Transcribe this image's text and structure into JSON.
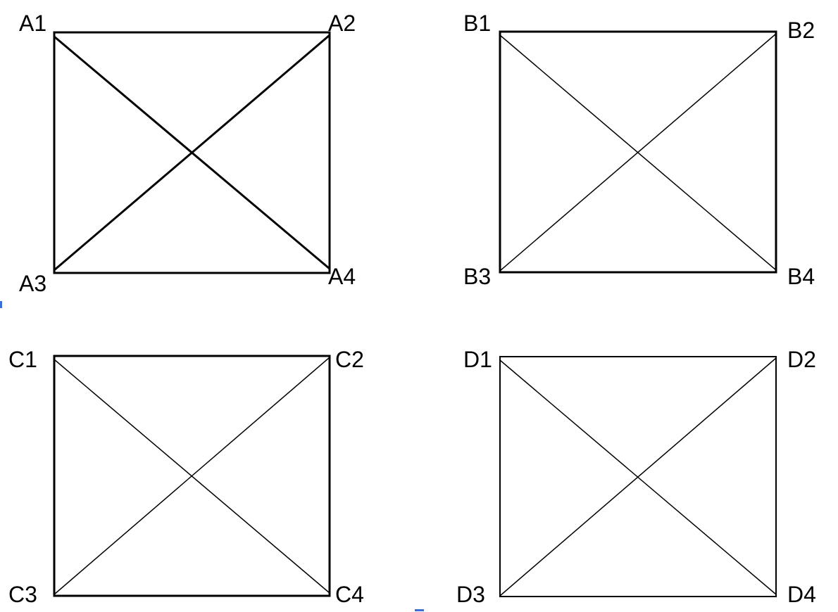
{
  "colors": {
    "stroke": "#000000",
    "background": "#ffffff",
    "marker": "#3b6fd6"
  },
  "panels": [
    {
      "id": "A",
      "corner_labels": {
        "top_left": "A1",
        "top_right": "A2",
        "bottom_left": "A3",
        "bottom_right": "A4"
      }
    },
    {
      "id": "B",
      "corner_labels": {
        "top_left": "B1",
        "top_right": "B2",
        "bottom_left": "B3",
        "bottom_right": "B4"
      }
    },
    {
      "id": "C",
      "corner_labels": {
        "top_left": "C1",
        "top_right": "C2",
        "bottom_left": "C3",
        "bottom_right": "C4"
      }
    },
    {
      "id": "D",
      "corner_labels": {
        "top_left": "D1",
        "top_right": "D2",
        "bottom_left": "D3",
        "bottom_right": "D4"
      }
    }
  ]
}
